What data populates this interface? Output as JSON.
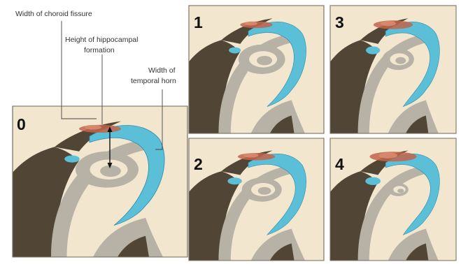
{
  "labels": {
    "choroid_fissure": "Width of choroid fissure",
    "hippocampal_height_line1": "Height of hippocampal",
    "hippocampal_height_line2": "formation",
    "temporal_horn_line1": "Width of",
    "temporal_horn_line2": "temporal horn"
  },
  "panels": [
    {
      "number": "0",
      "horn_scale": 0.32,
      "hippo_scale": 1.0,
      "choroid_scale": 1.0
    },
    {
      "number": "1",
      "horn_scale": 0.42,
      "hippo_scale": 0.96,
      "choroid_scale": 1.0
    },
    {
      "number": "2",
      "horn_scale": 1.3,
      "hippo_scale": 0.82,
      "choroid_scale": 1.15
    },
    {
      "number": "3",
      "horn_scale": 1.65,
      "hippo_scale": 0.7,
      "choroid_scale": 1.3
    },
    {
      "number": "4",
      "horn_scale": 2.05,
      "hippo_scale": 0.45,
      "choroid_scale": 1.55
    }
  ],
  "colors": {
    "background": "#ffffff",
    "brain_tissue": "#f2e6cf",
    "grey_matter": "#b8b2a6",
    "dark_region": "#514536",
    "csf_blue": "#5cbfd8",
    "choroid_red": "#c2644a",
    "frame_border": "#7a7062"
  }
}
